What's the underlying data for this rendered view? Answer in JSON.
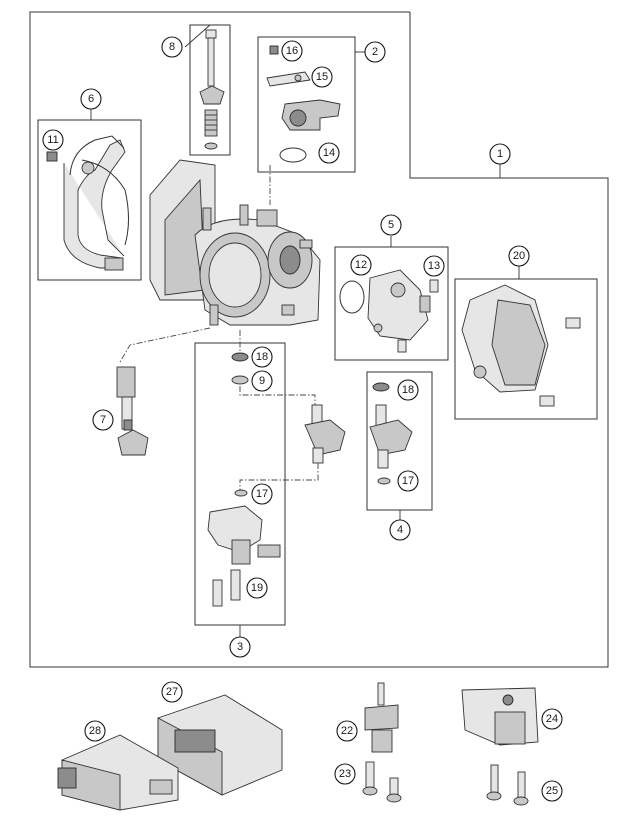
{
  "callouts": {
    "n1": "1",
    "n2": "2",
    "n3": "3",
    "n4": "4",
    "n5": "5",
    "n6": "6",
    "n7": "7",
    "n8": "8",
    "n9": "9",
    "n11": "11",
    "n12": "12",
    "n13": "13",
    "n14": "14",
    "n15": "15",
    "n16": "16",
    "n17a": "17",
    "n17b": "17",
    "n18a": "18",
    "n18b": "18",
    "n19": "19",
    "n20": "20",
    "n22": "22",
    "n23": "23",
    "n24": "24",
    "n25": "25",
    "n27": "27",
    "n28": "28"
  },
  "colors": {
    "line": "#333333",
    "part_fill": "#c8c8c8",
    "part_dark": "#8c8c8c",
    "background": "#ffffff"
  }
}
